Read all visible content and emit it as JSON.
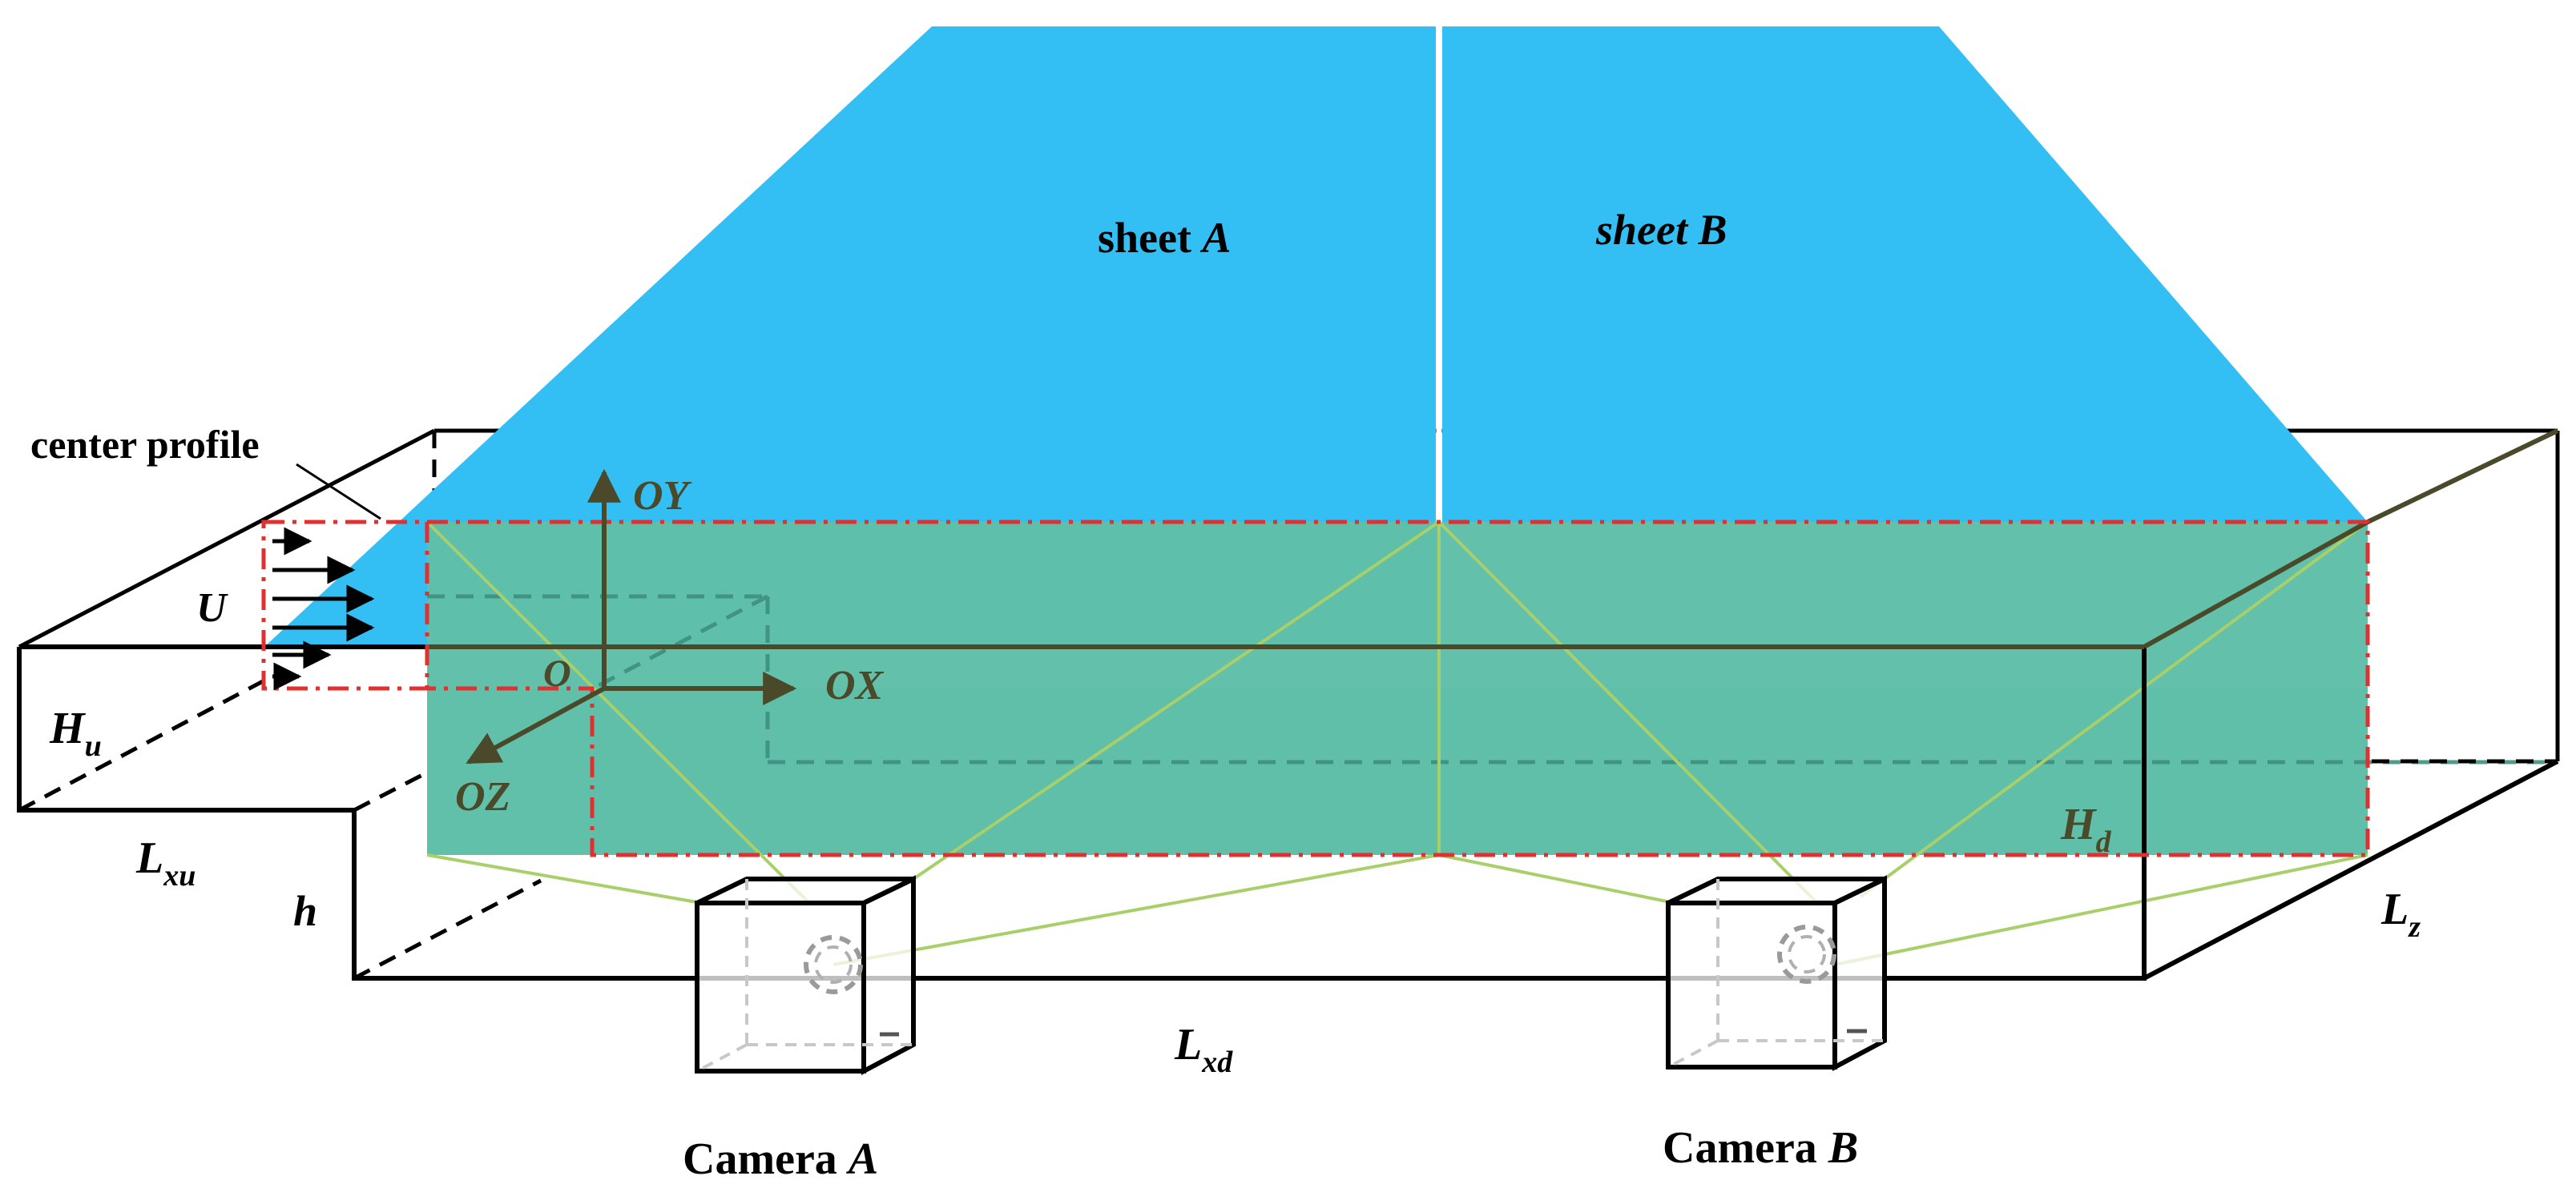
{
  "labels": {
    "sheet_a": {
      "word": "sheet",
      "letter": "A"
    },
    "sheet_b": "sheet B",
    "center_profile": "center profile",
    "oy": "OY",
    "ox": "OX",
    "oz": "OZ",
    "origin": "O",
    "u": "U",
    "hu": {
      "main": "H",
      "sub": "u"
    },
    "lxu": {
      "main": "L",
      "sub": "xu"
    },
    "h": "h",
    "hd": {
      "main": "H",
      "sub": "d"
    },
    "lz": {
      "main": "L",
      "sub": "z"
    },
    "lxd": {
      "main": "L",
      "sub": "xd"
    },
    "camera_a": {
      "word": "Camera",
      "letter": "A"
    },
    "camera_b": {
      "word": "Camera",
      "letter": "B"
    }
  },
  "colors": {
    "laser_sheet": "#33bff3",
    "measurement_plane": "#5fbfa9",
    "upstream_patch": "#cfe0b5",
    "axis": "#4a4a2a",
    "profile_border": "#e03030",
    "camera_rays": "#a9cf6a",
    "outline": "#000000"
  }
}
